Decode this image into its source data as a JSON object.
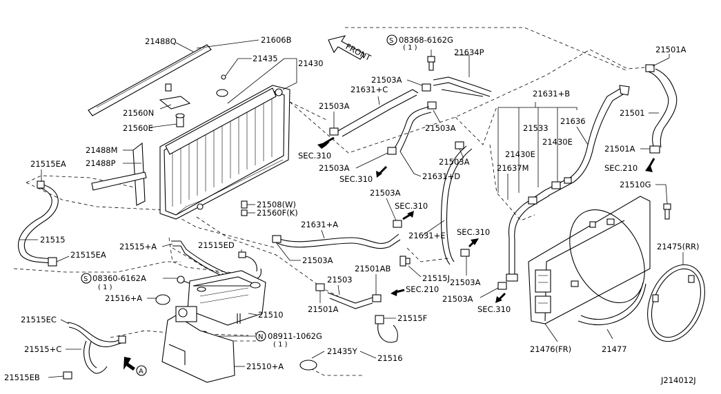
{
  "labels": {
    "l21488Q": "21488Q",
    "l21606B": "21606B",
    "l21435a": "21435",
    "l21430": "21430",
    "l21560N": "21560N",
    "l21560E": "21560E",
    "l21488M": "21488M",
    "l21488P": "21488P",
    "l21515EA1": "21515EA",
    "l21515": "21515",
    "l21515EA2": "21515EA",
    "l21508W": "21508(W)",
    "l21560FK": "21560F(K)",
    "l21515A": "21515+A",
    "l21515ED": "21515ED",
    "l08360": "08360-6162A",
    "l08360sub": "( 1 )",
    "l21516A": "21516+A",
    "l21510": "21510",
    "l21515EC": "21515EC",
    "l21515C": "21515+C",
    "l21515EB": "21515EB",
    "l08911": "08911-1062G",
    "l08911sub": "( 1 )",
    "l21510A": "21510+A",
    "l21435Y": "21435Y",
    "l21516": "21516",
    "front": "FRONT",
    "l08368": "08368-6162G",
    "l08368sub": "( 1 )",
    "l21634P": "21634P",
    "l21503A_1": "21503A",
    "l21631C": "21631+C",
    "l21503A_2": "21503A",
    "l21503A_3": "21503A",
    "sec310_1": "SEC.310",
    "l21503A_4": "21503A",
    "sec310_2": "SEC.310",
    "l21631D": "21631+D",
    "l21503A_5": "21503A",
    "l21503A_6": "21503A",
    "sec310_3": "SEC.310",
    "l21631A": "21631+A",
    "l21631E": "21631+E",
    "l21503A_7": "21503A",
    "l21501AB": "21501AB",
    "l21503": "21503",
    "l21515J": "21515J",
    "sec210_1": "SEC.210",
    "l21501A_b": "21501A",
    "l21515F": "21515F",
    "sec310_4": "SEC.310",
    "l21503A_8": "21503A",
    "l21503A_9": "21503A",
    "sec310_5": "SEC.310",
    "l21631B": "21631+B",
    "l21533": "21533",
    "l21636": "21636",
    "l21430E_1": "21430E",
    "l21430E_2": "21430E",
    "l21637M": "21637M",
    "l21501A_1": "21501A",
    "l21501": "21501",
    "l21501A_2": "21501A",
    "sec210_2": "SEC.210",
    "l21510G": "21510G",
    "l21475RR": "21475(RR)",
    "l21476FR": "21476(FR)",
    "l21477": "21477",
    "circS1": "S",
    "circS2": "S",
    "circN": "N",
    "circA": "A",
    "code": "J214012J"
  },
  "icons": [
    "front-arrow-icon",
    "sec-arrow-icon",
    "bolt-icon",
    "clamp-icon",
    "circle-ref-icon"
  ]
}
